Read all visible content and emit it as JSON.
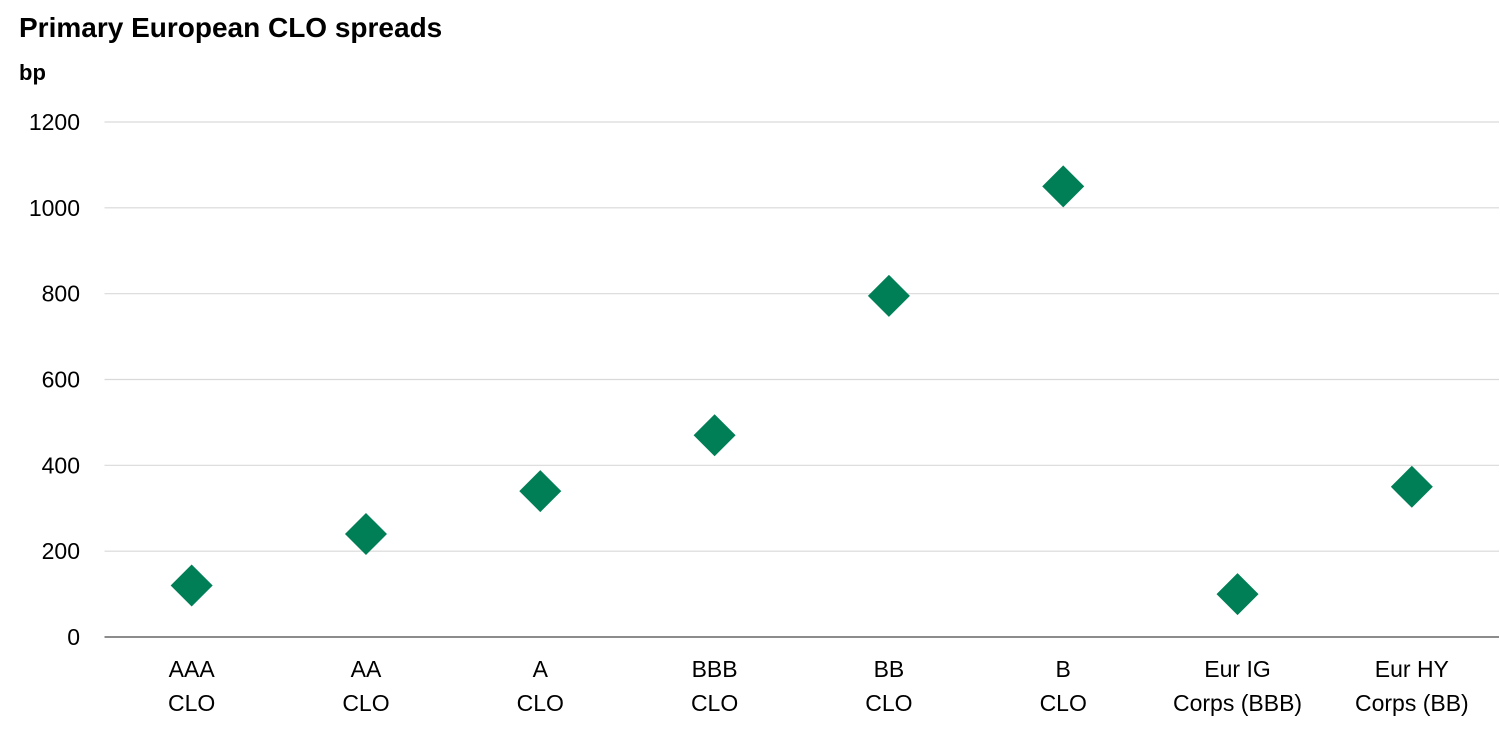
{
  "chart_data": {
    "type": "scatter",
    "title": "Primary European CLO spreads",
    "ylabel": "bp",
    "xlabel": "",
    "categories": [
      [
        "AAA",
        "CLO"
      ],
      [
        "AA",
        "CLO"
      ],
      [
        "A",
        "CLO"
      ],
      [
        "BBB",
        "CLO"
      ],
      [
        "BB",
        "CLO"
      ],
      [
        "B",
        "CLO"
      ],
      [
        "Eur IG",
        "Corps (BBB)"
      ],
      [
        "Eur HY",
        "Corps (BB)"
      ]
    ],
    "values": [
      120,
      240,
      340,
      470,
      795,
      1050,
      100,
      350
    ],
    "ylim": [
      0,
      1200
    ],
    "yticks": [
      0,
      200,
      400,
      600,
      800,
      1000,
      1200
    ],
    "grid": true,
    "marker": "diamond",
    "color": "#007F56"
  }
}
